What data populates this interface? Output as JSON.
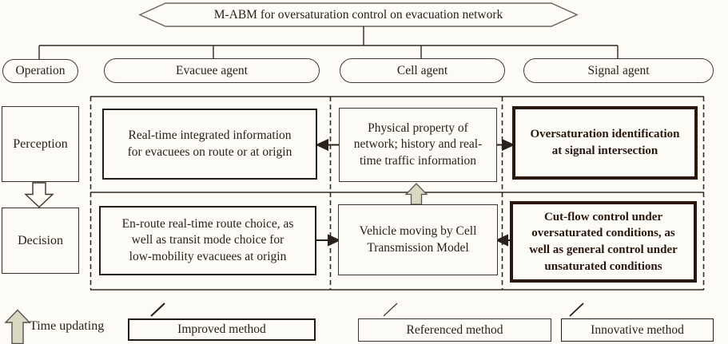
{
  "title": "M-ABM for oversaturation control on evacuation network",
  "agents": [
    {
      "label": "Operation"
    },
    {
      "label": "Evacuee agent"
    },
    {
      "label": "Cell agent"
    },
    {
      "label": "Signal agent"
    }
  ],
  "process": {
    "perception": "Perception",
    "decision": "Decision"
  },
  "cells": {
    "evacuee_perception": "Real-time integrated information\nfor evacuees on route or at origin",
    "cell_perception": "Physical property of\nnetwork; history and real-\ntime traffic information",
    "signal_perception": "Oversaturation identification\nat signal intersection",
    "evacuee_decision": "En-route real-time route choice, as\nwell as transit mode choice for\nlow-mobility evacuees at origin",
    "cell_decision": "Vehicle moving by Cell\nTransmission Model",
    "signal_decision": "Cut-flow control under\noversaturated conditions, as\nwell as general  control under\nunsaturated conditions"
  },
  "legend": {
    "time_updating": "Time updating",
    "improved": "Improved method",
    "referenced": "Referenced method",
    "innovative": "Innovative method"
  },
  "icons": {
    "time_updating_arrow": "hollow-up-arrow",
    "flow_up_arrow": "hollow-up-arrow",
    "perception_to_decision_arrow": "hollow-down-arrow"
  },
  "colors": {
    "background": "#fdfbf5",
    "line": "#2e2a24",
    "bold_border": "#2a170c",
    "khaki_arrow_fill": "#d9d9c3"
  }
}
